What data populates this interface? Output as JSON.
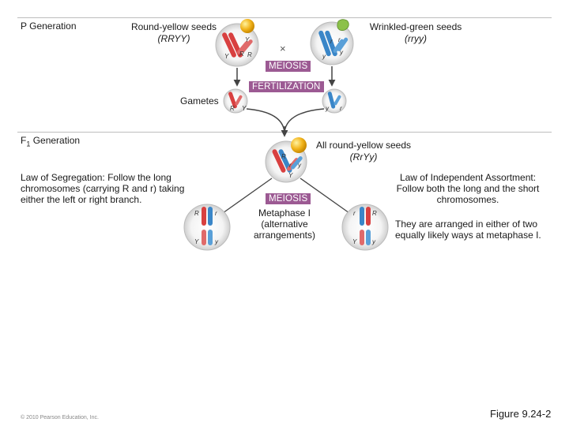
{
  "p_generation": {
    "label": "P Generation"
  },
  "parent_left": {
    "line1": "Round-yellow seeds",
    "genotype": "(RRYY)"
  },
  "parent_right": {
    "line1": "Wrinkled-green seeds",
    "genotype": "(rryy)"
  },
  "cross_symbol": "×",
  "meiosis_top": "MEIOSIS",
  "fertilization": "FERTILIZATION",
  "gametes": "Gametes",
  "f1_generation": {
    "label": "F",
    "sub": "1",
    "rest": " Generation"
  },
  "f1_seeds": {
    "line1": "All round-yellow seeds",
    "genotype": "(RrYy)"
  },
  "meiosis_mid": "MEIOSIS",
  "law_segregation": "Law of Segregation: Follow the long chromosomes (carrying R and r) taking either the left or right branch.",
  "law_independent": "Law of Independent Assortment: Follow both the long and the short chromosomes.",
  "metaphase": {
    "line1": "Metaphase I",
    "line2": "(alternative",
    "line3": "arrangements)"
  },
  "arranged_note": "They are arranged in either of two equally likely ways at metaphase I.",
  "copyright": "© 2010 Pearson Education, Inc.",
  "figure_label": "Figure 9.24-2",
  "allele_labels": {
    "R": "R",
    "r": "r",
    "Y": "Y",
    "y": "y"
  },
  "colors": {
    "long_red": "#d84040",
    "long_blue": "#3a86c8",
    "short_red": "#e06a6a",
    "short_blue": "#5aa0d8",
    "tag": "#9c5a93",
    "seed_yellow": "#f2b41c",
    "seed_green": "#8cc14a"
  }
}
